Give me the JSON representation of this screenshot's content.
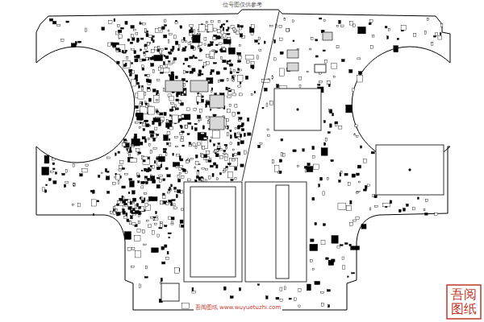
{
  "diagram": {
    "labels": [
      "位号图仅供参考",
      "吾阅图纸 www.wuyuetuzhi.com",
      "吾阅图纸"
    ]
  }
}
